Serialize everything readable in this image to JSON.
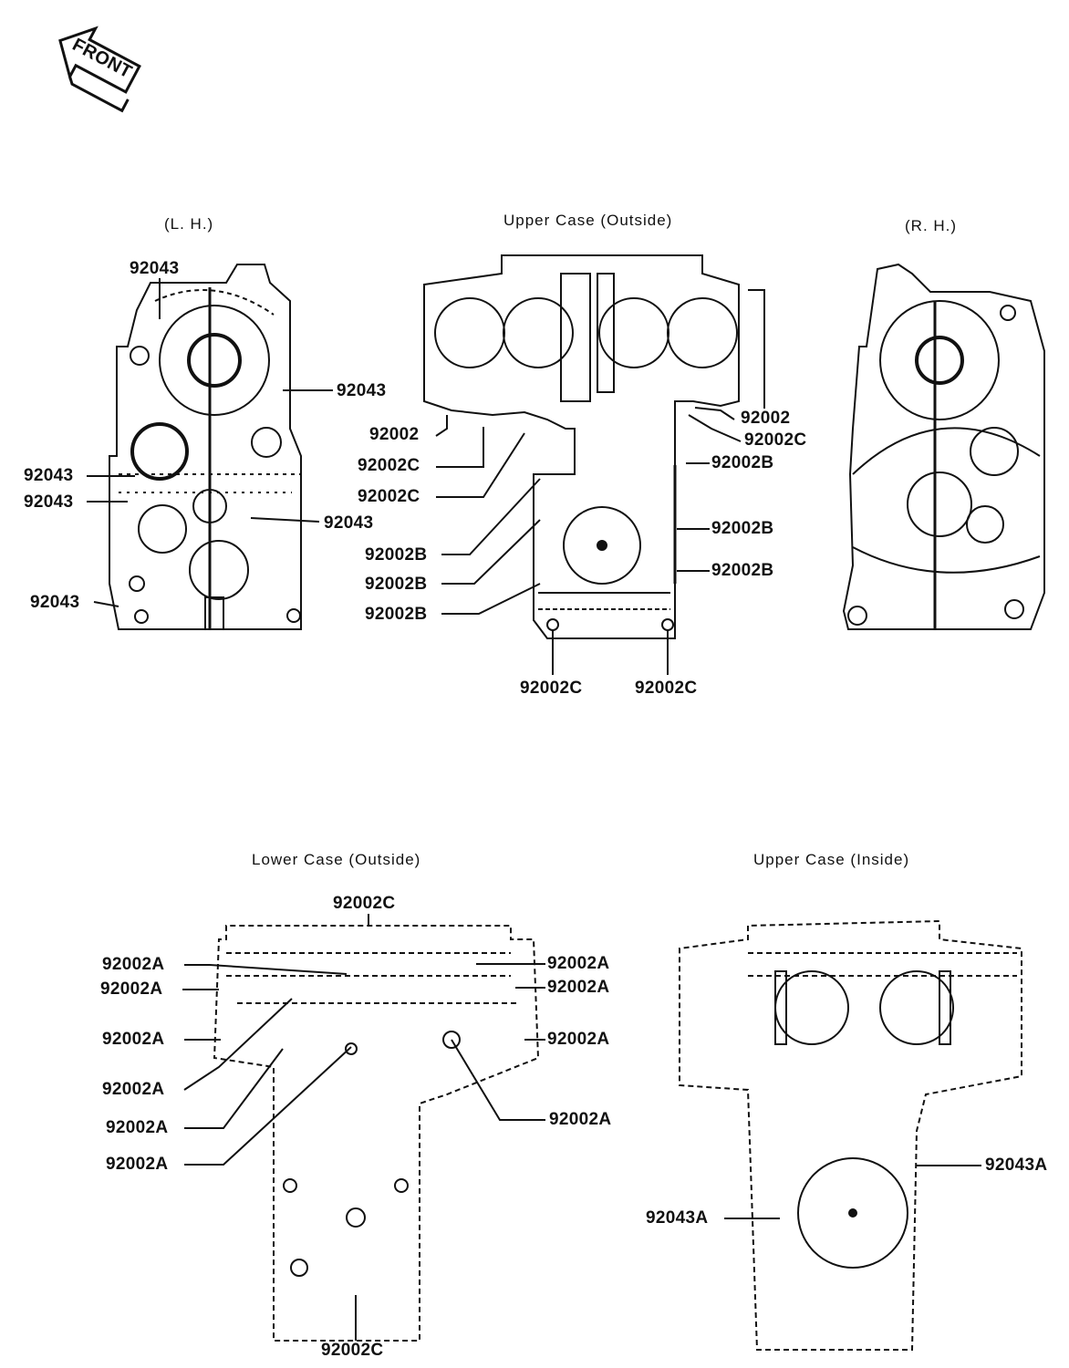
{
  "front_badge": {
    "text": "FRONT"
  },
  "views": {
    "lh": {
      "title": "(L. H.)",
      "labels": [
        "92043",
        "92043",
        "92043",
        "92043",
        "92043",
        "92043"
      ]
    },
    "upper_outside": {
      "title": "Upper Case (Outside)",
      "labels": [
        "92002",
        "92002C",
        "92002C",
        "92002B",
        "92002B",
        "92002B",
        "92002",
        "92002C",
        "92002B",
        "92002B",
        "92002B",
        "92002C",
        "92002C"
      ]
    },
    "rh": {
      "title": "(R. H.)"
    },
    "lower_outside": {
      "title": "Lower Case (Outside)",
      "labels": [
        "92002C",
        "92002A",
        "92002A",
        "92002A",
        "92002A",
        "92002A",
        "92002A",
        "92002A",
        "92002A",
        "92002A",
        "92002A",
        "92002C"
      ]
    },
    "upper_inside": {
      "title": "Upper Case (Inside)",
      "labels": [
        "92043A",
        "92043A"
      ]
    }
  }
}
